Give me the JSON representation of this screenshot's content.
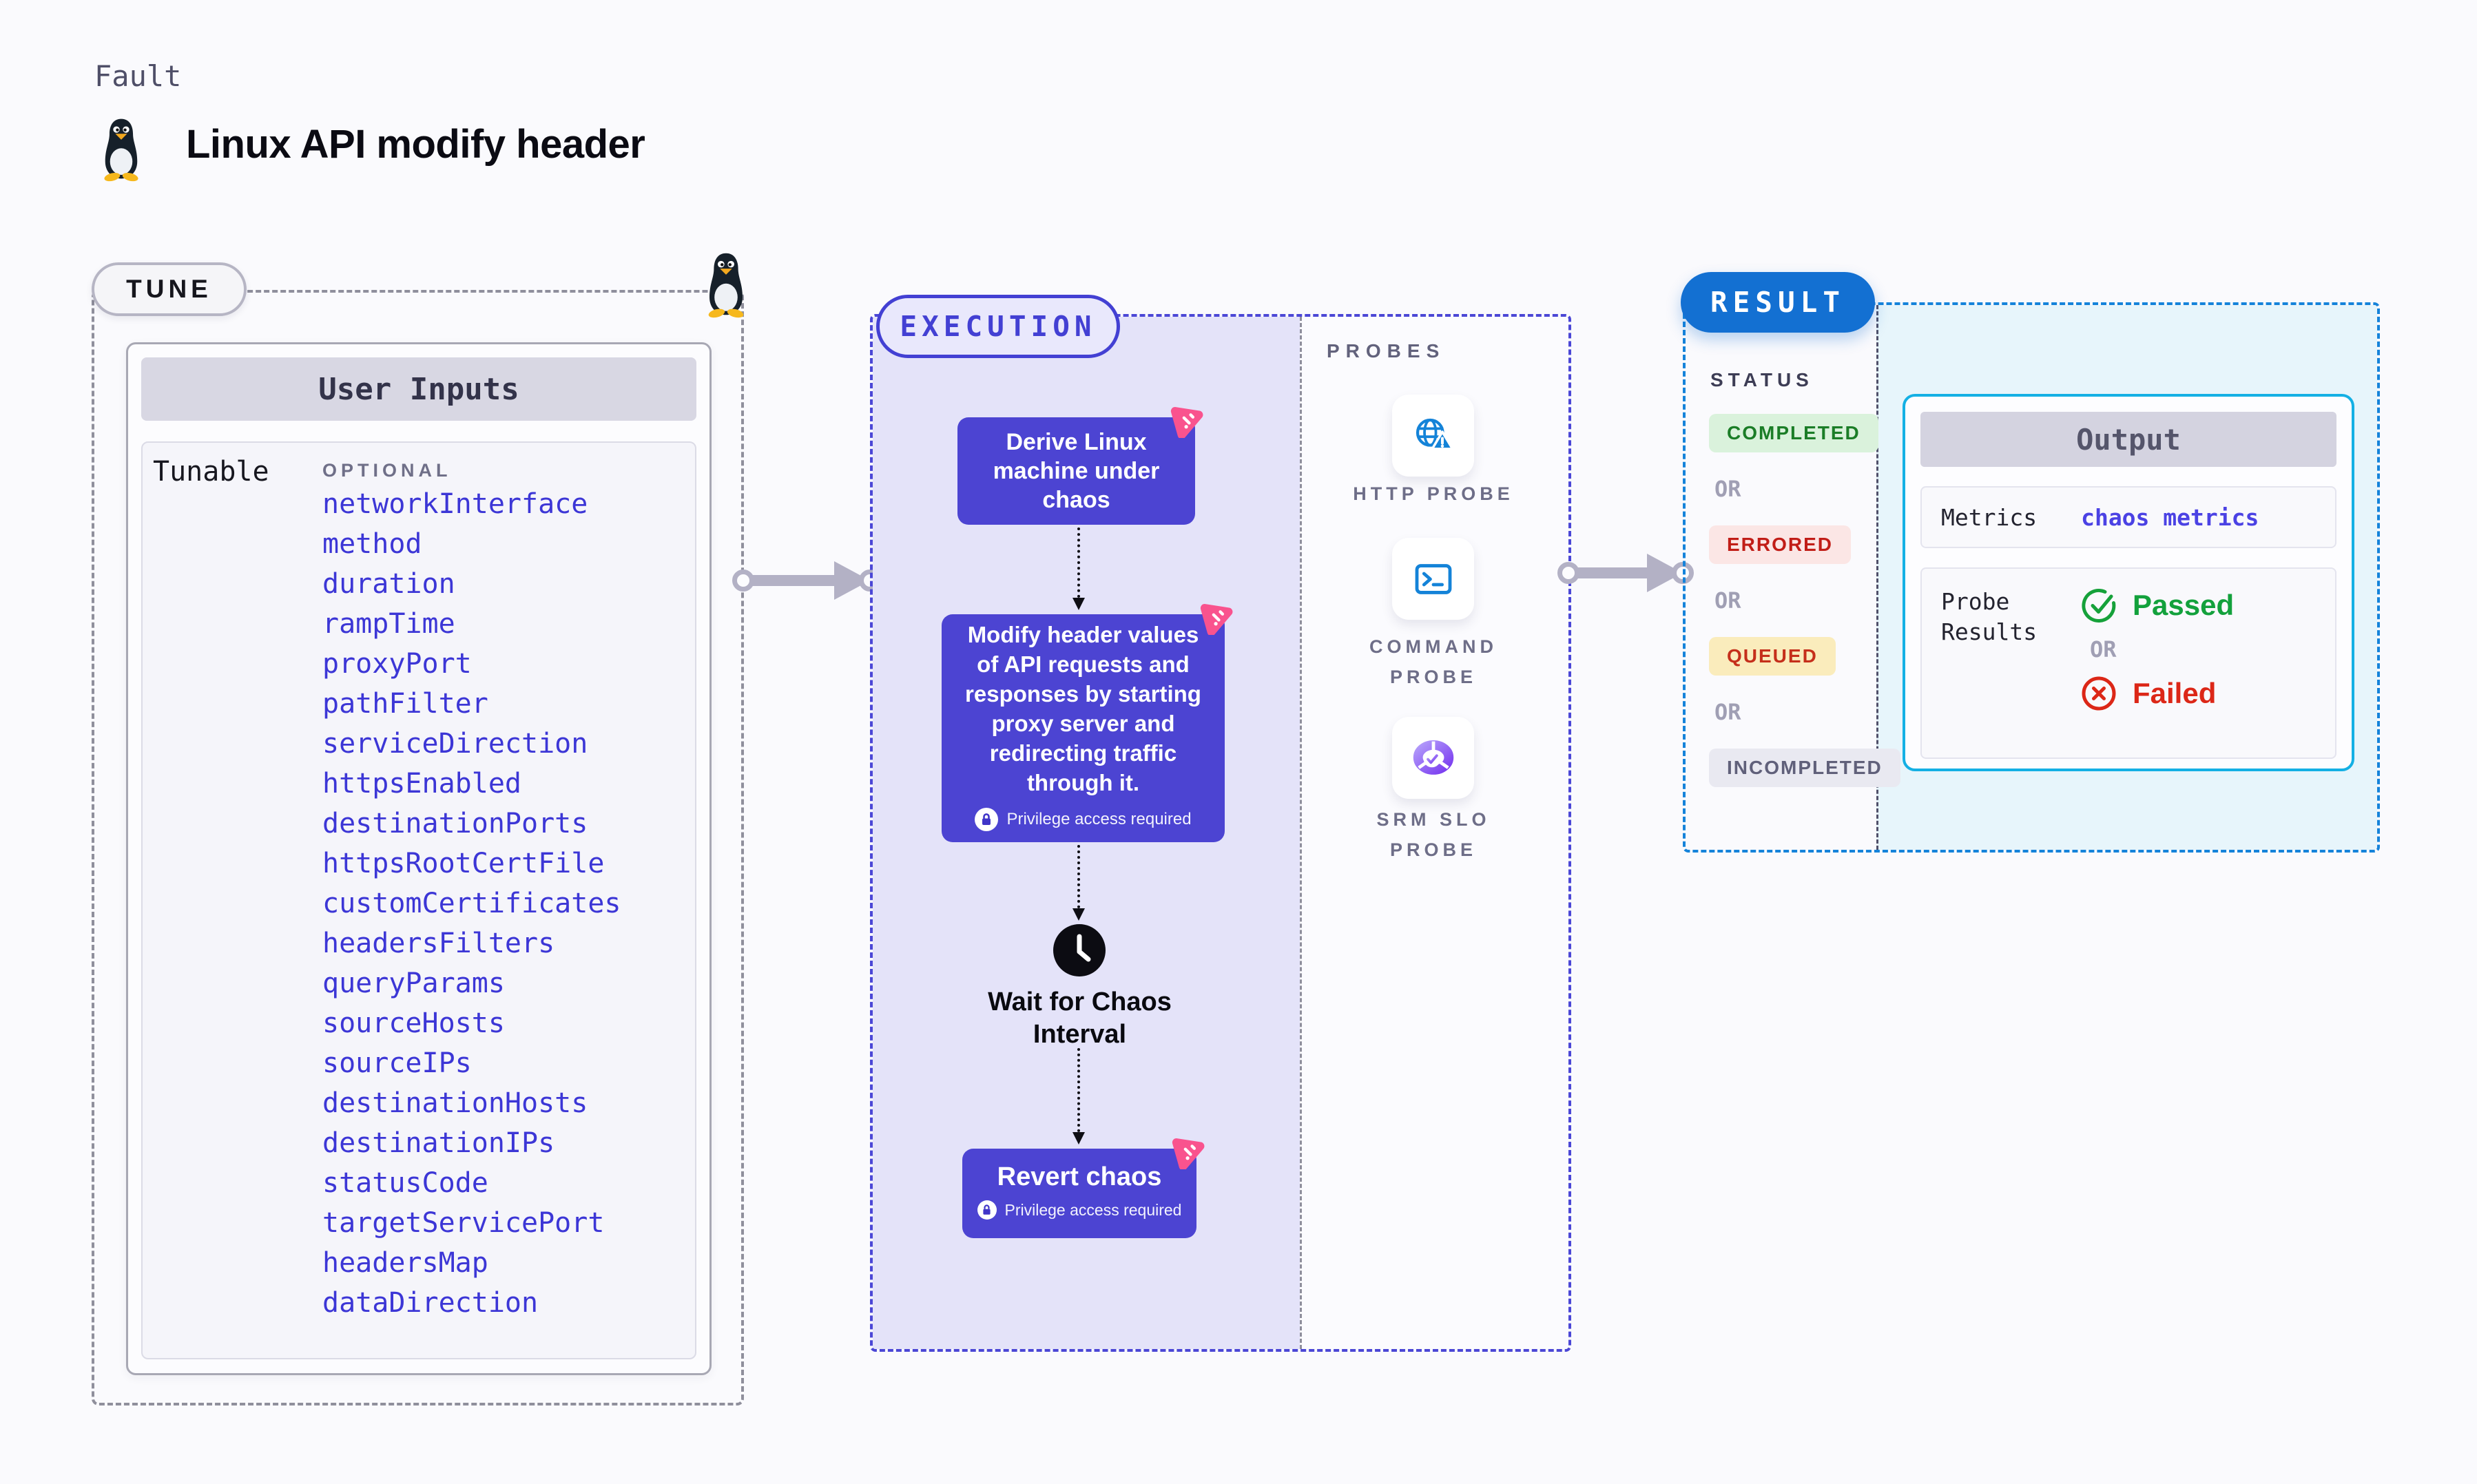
{
  "page": {
    "kicker": "Fault",
    "title": "Linux API modify header"
  },
  "tune": {
    "pill": "TUNE",
    "table_header": "User Inputs",
    "row_label": "Tunable",
    "optional_label": "OPTIONAL",
    "tunables": [
      "networkInterface",
      "method",
      "duration",
      "rampTime",
      "proxyPort",
      "pathFilter",
      "serviceDirection",
      "httpsEnabled",
      "destinationPorts",
      "httpsRootCertFile",
      "customCertificates",
      "headersFilters",
      "queryParams",
      "sourceHosts",
      "sourceIPs",
      "destinationHosts",
      "destinationIPs",
      "statusCode",
      "targetServicePort",
      "headersMap",
      "dataDirection"
    ]
  },
  "execution": {
    "pill": "EXECUTION",
    "step_derive": "Derive Linux machine under chaos",
    "step_modify": "Modify header values of API requests and responses by starting proxy server and redirecting traffic through it.",
    "step_wait": "Wait for Chaos Interval",
    "step_revert": "Revert chaos",
    "privilege_label": "Privilege access required"
  },
  "probes": {
    "label": "PROBES",
    "items": [
      {
        "label": "HTTP PROBE",
        "icon": "globe-alert-icon"
      },
      {
        "label": "COMMAND PROBE",
        "icon": "terminal-icon"
      },
      {
        "label": "SRM SLO PROBE",
        "icon": "slo-donut-check-icon"
      }
    ]
  },
  "result": {
    "pill": "RESULT",
    "status_label": "STATUS",
    "or_label": "OR",
    "statuses": [
      {
        "label": "COMPLETED",
        "kind": "completed"
      },
      {
        "label": "ERRORED",
        "kind": "errored"
      },
      {
        "label": "QUEUED",
        "kind": "queued"
      },
      {
        "label": "INCOMPLETED",
        "kind": "incompleted"
      }
    ],
    "output": {
      "header": "Output",
      "metrics_label": "Metrics",
      "metrics_link": "chaos metrics",
      "probe_results_label": "Probe Results",
      "passed_label": "Passed",
      "failed_label": "Failed"
    }
  },
  "colors": {
    "accent_indigo": "#4340d3",
    "exec_node_purple": "#4c44d2",
    "accent_blue": "#1370d2",
    "accent_cyan": "#14b0e4",
    "link_blue": "#3c36d6",
    "passed_green": "#13a13c",
    "failed_red": "#dc2717",
    "chaos_pink": "#f9538e"
  }
}
